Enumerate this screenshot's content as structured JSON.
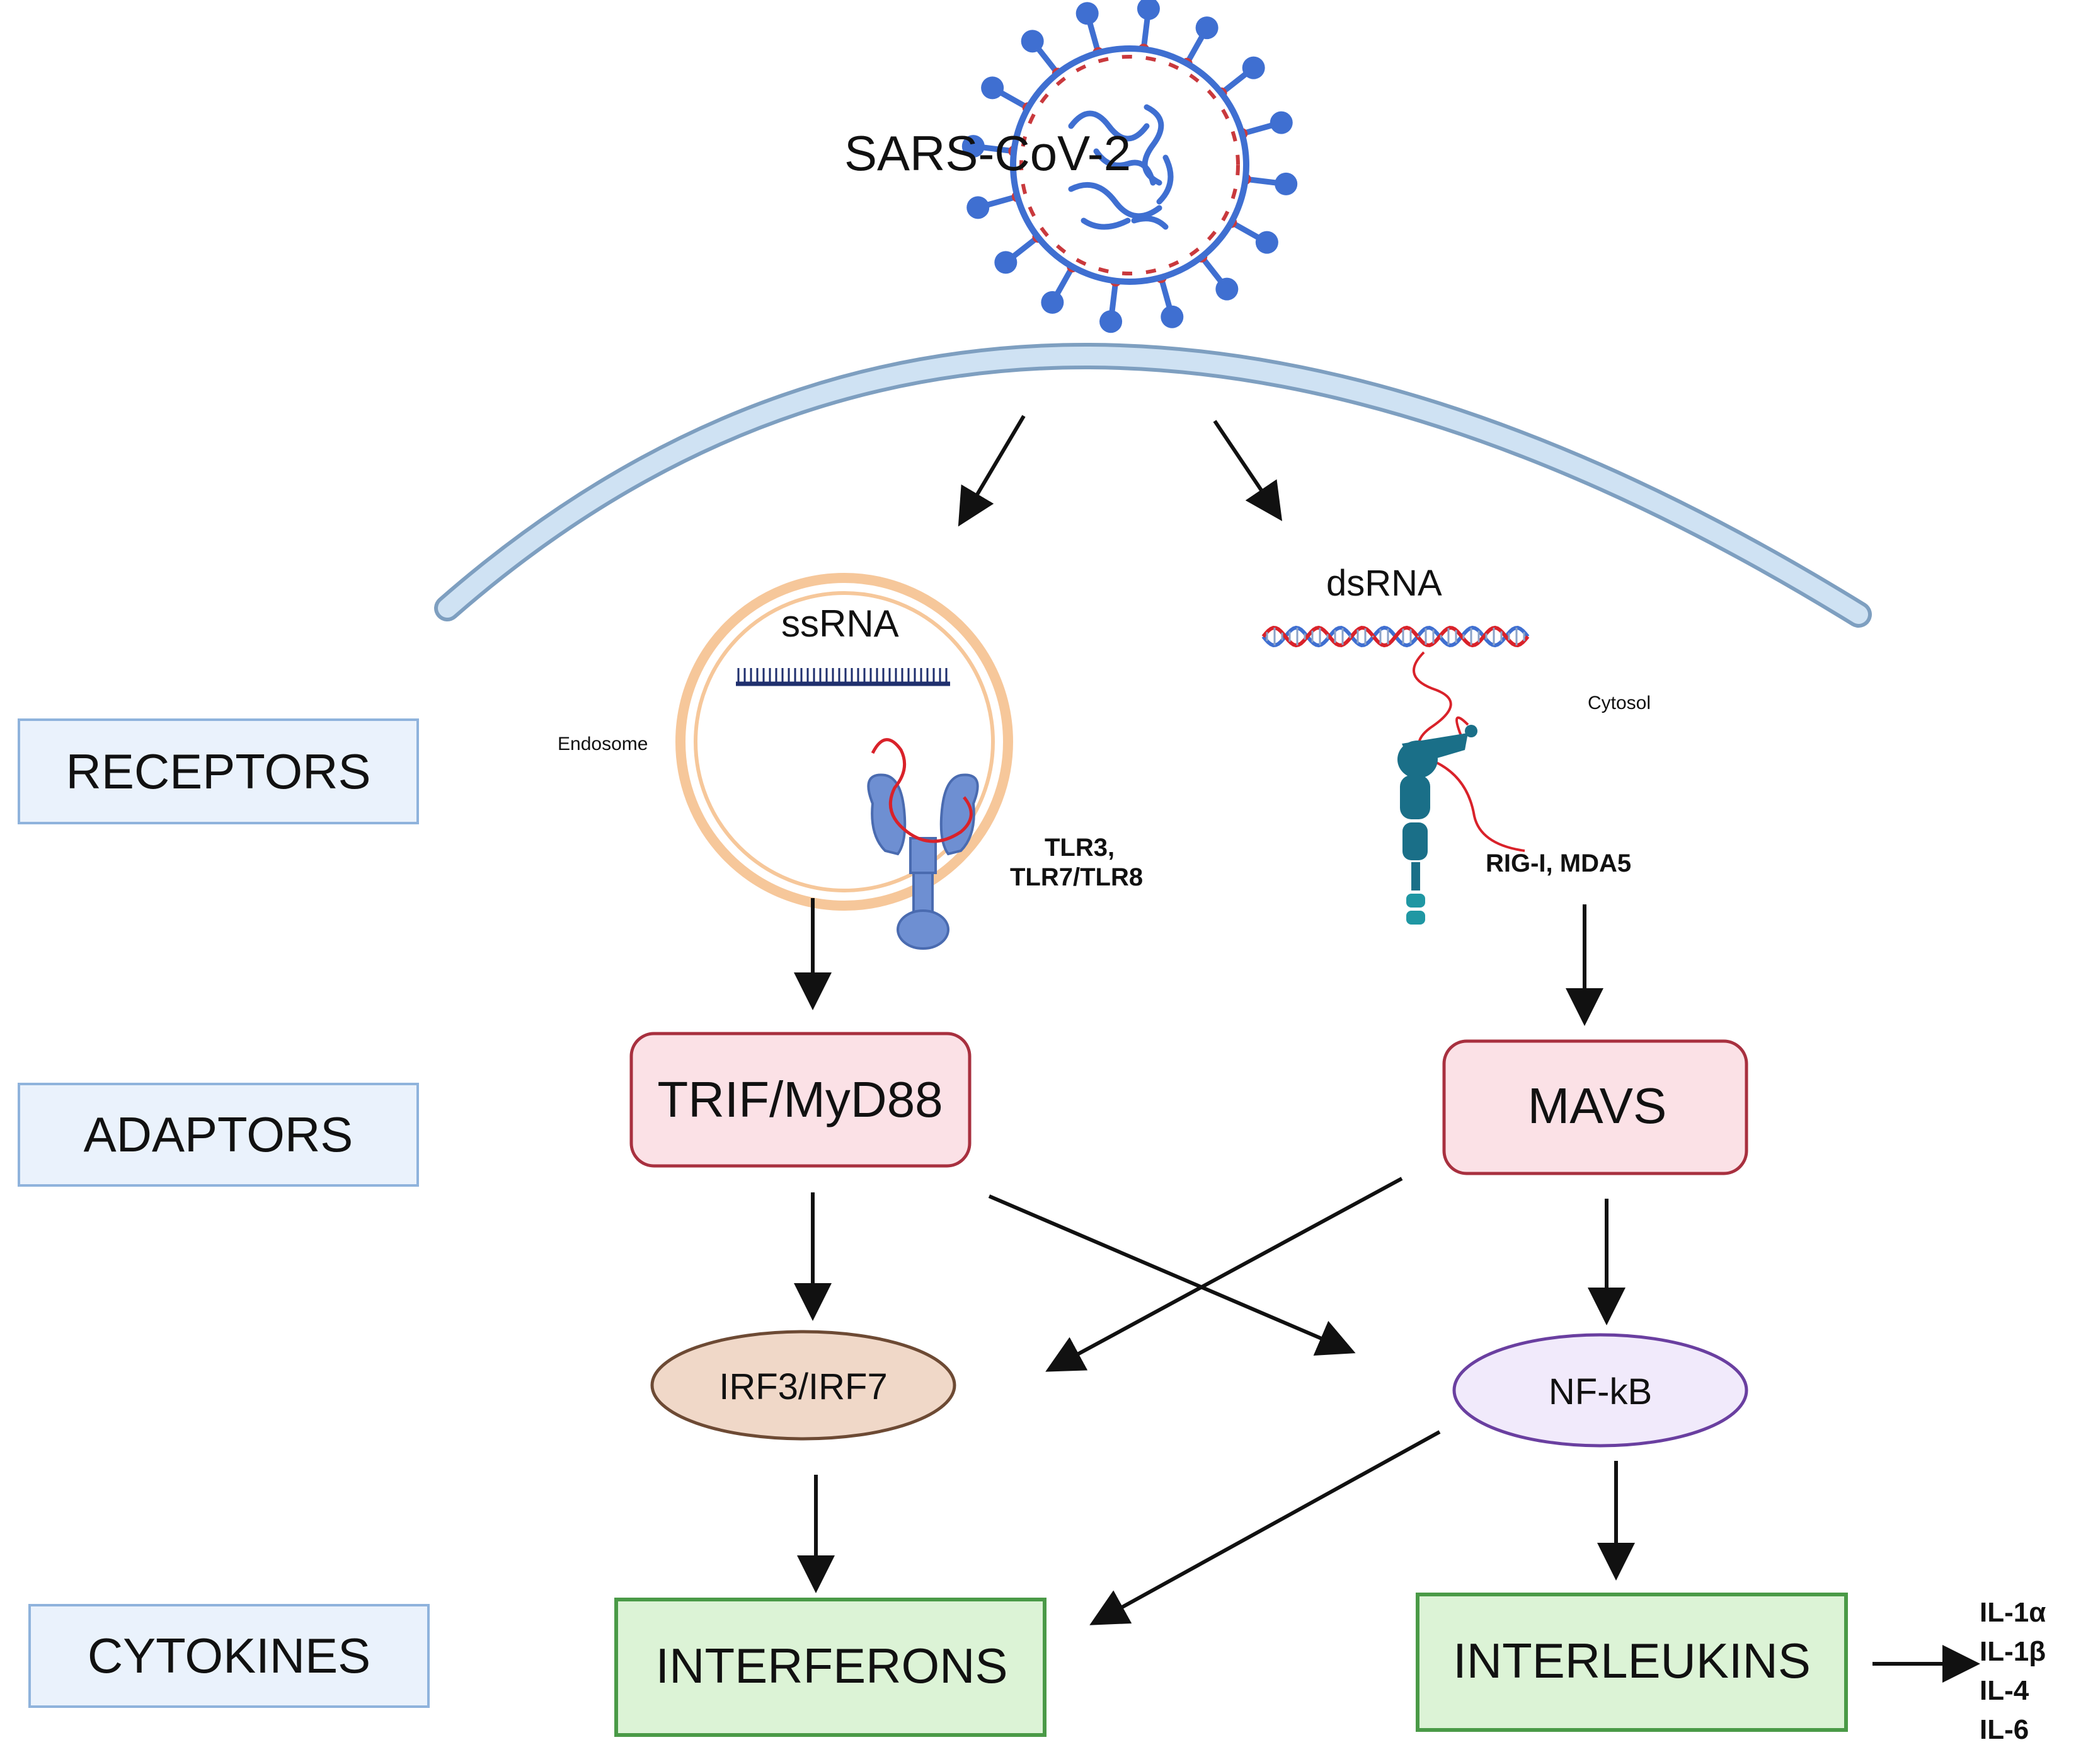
{
  "virus": {
    "label": "SARS-CoV-2"
  },
  "rows": {
    "receptors": "RECEPTORS",
    "adaptors": "ADAPTORS",
    "cytokines": "CYTOKINES"
  },
  "left_branch": {
    "compartment": "Endosome",
    "rna": "ssRNA",
    "receptor_line1": "TLR3,",
    "receptor_line2": "TLR7/TLR8",
    "adaptor": "TRIF/MyD88",
    "factor": "IRF3/IRF7",
    "output": "INTERFERONS"
  },
  "right_branch": {
    "compartment": "Cytosol",
    "rna": "dsRNA",
    "receptor": "RIG-I, MDA5",
    "adaptor": "MAVS",
    "factor": "NF-kB",
    "output": "INTERLEUKINS"
  },
  "interleukin_list": [
    "IL-1α",
    "IL-1β",
    "IL-4",
    "IL-6"
  ],
  "colors": {
    "membrane": "#b9d3ea",
    "endosome_ring": "#f6c79a",
    "adaptor_fill": "#fbe1e6",
    "adaptor_border": "#a8303f",
    "irf_fill": "#f0d8c8",
    "irf_border": "#6d4a34",
    "nfkb_fill": "#f1eafb",
    "nfkb_border": "#6a3fa0",
    "cytokine_fill": "#dcf3d6",
    "cytokine_border": "#4a9a47",
    "row_fill": "#eaf2fc",
    "row_border": "#8fb3dc",
    "virus_blue": "#3f6fd1",
    "virus_red": "#c9393d",
    "receptor_blue": "#6e8fd2",
    "rig_teal": "#1a6f88"
  }
}
